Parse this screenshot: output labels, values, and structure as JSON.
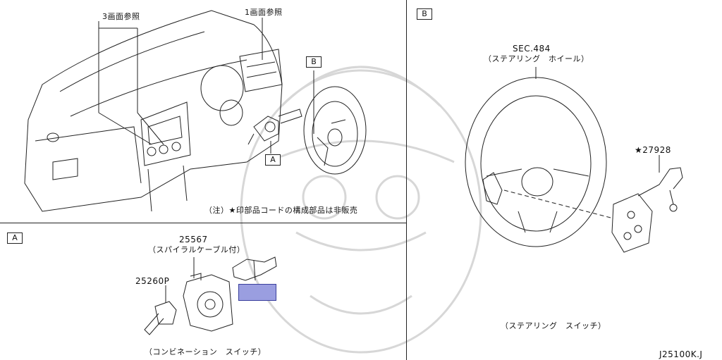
{
  "labels": {
    "ref_panel3": "3画面参照",
    "ref_panel1": "1画面参照",
    "callout_b_top": "B",
    "callout_a_top": "A",
    "note": "（注）★印部品コードの構成部品は非販売",
    "section_a": "A",
    "section_b": "B",
    "part_25567": "25567",
    "part_25567_desc": "（スパイラルケーブル付）",
    "part_25260p": "25260P",
    "combination_switch": "（コンビネーション　スイッチ）",
    "sec484": "SEC.484",
    "sec484_desc": "（ステアリング　ホイール）",
    "part_27928": "★27928",
    "steering_switch": "（ステアリング　スイッチ）",
    "diagram_code": "J25100K.J"
  },
  "colors": {
    "line": "#222222",
    "highlight_fill": "#9a9ee0",
    "highlight_border": "#3a3f9c",
    "watermark": "#d7d7d7"
  }
}
